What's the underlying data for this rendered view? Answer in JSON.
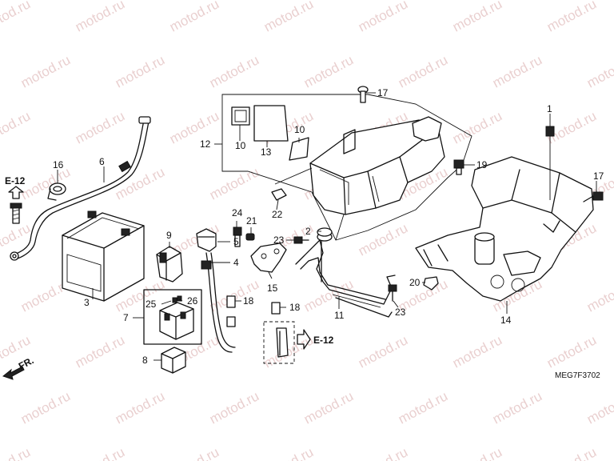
{
  "watermark": "motod.ru",
  "diagram_code": "MEG7F3702",
  "front_marker": "FR.",
  "section_refs": {
    "left": "E-12",
    "right": "E-12"
  },
  "callouts": {
    "c1": "1",
    "c2": "2",
    "c3": "3",
    "c4": "4",
    "c5": "5",
    "c6": "6",
    "c7": "7",
    "c8": "8",
    "c9": "9",
    "c10a": "10",
    "c10b": "10",
    "c11": "11",
    "c12": "12",
    "c13": "13",
    "c14": "14",
    "c15": "15",
    "c16": "16",
    "c17a": "17",
    "c17b": "17",
    "c18a": "18",
    "c18b": "18",
    "c19": "19",
    "c20": "20",
    "c21": "21",
    "c22": "22",
    "c23a": "23",
    "c23b": "23",
    "c24": "24",
    "c25": "25",
    "c26": "26"
  }
}
